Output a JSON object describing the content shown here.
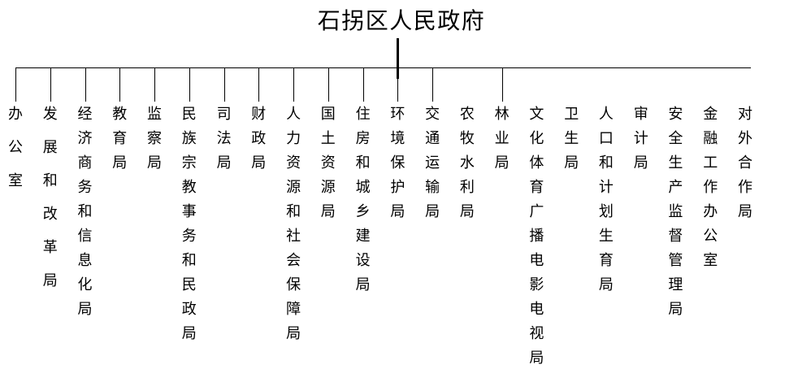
{
  "page": {
    "background_color": "#ffffff",
    "line_color": "#000000",
    "text_color": "#000000"
  },
  "org_chart": {
    "title": "石拐区人民政府",
    "departments": [
      {
        "name": "办公室",
        "connector": true
      },
      {
        "name": "发展和改革局",
        "connector": true
      },
      {
        "name": "经济商务和信息化局",
        "connector": true
      },
      {
        "name": "教育局",
        "connector": true
      },
      {
        "name": "监察局",
        "connector": true
      },
      {
        "name": "民族宗教事务和民政局",
        "connector": true
      },
      {
        "name": "司法局",
        "connector": true
      },
      {
        "name": "财政局",
        "connector": true
      },
      {
        "name": "人力资源和社会保障局",
        "connector": true
      },
      {
        "name": "国土资源局",
        "connector": true
      },
      {
        "name": "住房和城乡建设局",
        "connector": true
      },
      {
        "name": "环境保护局",
        "connector": true
      },
      {
        "name": "交通运输局",
        "connector": true
      },
      {
        "name": "农牧水利局",
        "connector": false
      },
      {
        "name": "林业局",
        "connector": true
      },
      {
        "name": "文化体育广播电影电视局",
        "connector": false
      },
      {
        "name": "卫生局",
        "connector": false
      },
      {
        "name": "人口和计划生育局",
        "connector": false
      },
      {
        "name": "审计局",
        "connector": false
      },
      {
        "name": "安全生产监督管理局",
        "connector": false
      },
      {
        "name": "金融工作办公室",
        "connector": false
      },
      {
        "name": "对外合作局",
        "connector": false
      }
    ]
  }
}
